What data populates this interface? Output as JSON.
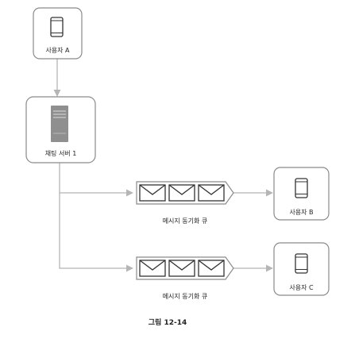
{
  "nodes": {
    "user_a": {
      "label": "사용자 A"
    },
    "server": {
      "label": "채팅 서버 1"
    },
    "queue_1": {
      "label": "메시지 동기화 큐"
    },
    "queue_2": {
      "label": "메시지 동기화 큐"
    },
    "user_b": {
      "label": "사용자 B"
    },
    "user_c": {
      "label": "사용자 C"
    }
  },
  "caption": "그림 12-14",
  "colors": {
    "box_stroke": "#8a8a8a",
    "arrow": "#b5b5b5",
    "device": "#333333",
    "server_fill": "#8f8f8f"
  }
}
